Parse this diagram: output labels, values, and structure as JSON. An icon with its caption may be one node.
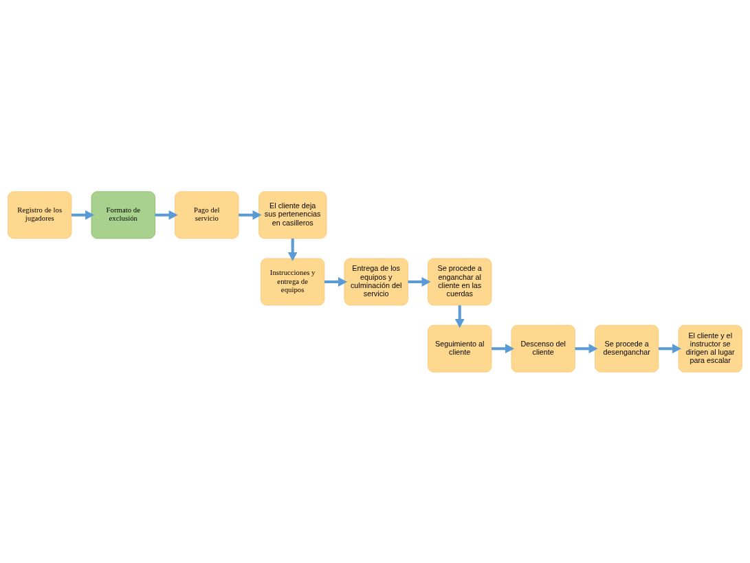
{
  "diagram": {
    "nodes": [
      {
        "text": [
          "Registro de los jugadores"
        ]
      },
      {
        "text": [
          "Formato de exclusión"
        ]
      },
      {
        "text": [
          "Pago del servicio"
        ]
      },
      {
        "text": [
          "El cliente deja sus pertenencias en casilleros"
        ]
      },
      {
        "text": [
          "Instrucciones y entrega de equipos"
        ]
      },
      {
        "text": [
          "Entrega de los equipos y culminación del servicio"
        ]
      },
      {
        "text": [
          "Se procede a enganchar al cliente en las cuerdas"
        ]
      },
      {
        "text": [
          "Seguimiento al cliente"
        ]
      },
      {
        "text": [
          "Descenso del cliente"
        ]
      },
      {
        "text": [
          "Se procede a desenganchar"
        ]
      },
      {
        "text": [
          "El cliente y el instructor se dirigen al lugar para escalar"
        ]
      }
    ],
    "edges": [
      {
        "from": 0,
        "to": 1,
        "arrow": "to"
      },
      {
        "from": 1,
        "to": 2,
        "arrow": "to"
      },
      {
        "from": 2,
        "to": 3,
        "arrow": "to"
      },
      {
        "from": 3,
        "to": 4,
        "arrow": "to"
      },
      {
        "from": 4,
        "to": 5,
        "arrow": "to"
      },
      {
        "from": 5,
        "to": 6,
        "arrow": "to"
      },
      {
        "from": 6,
        "to": 7,
        "arrow": "to"
      },
      {
        "from": 7,
        "to": 8,
        "arrow": "to"
      },
      {
        "from": 8,
        "to": 9,
        "arrow": "to"
      },
      {
        "from": 9,
        "to": 10,
        "arrow": "to"
      }
    ]
  }
}
